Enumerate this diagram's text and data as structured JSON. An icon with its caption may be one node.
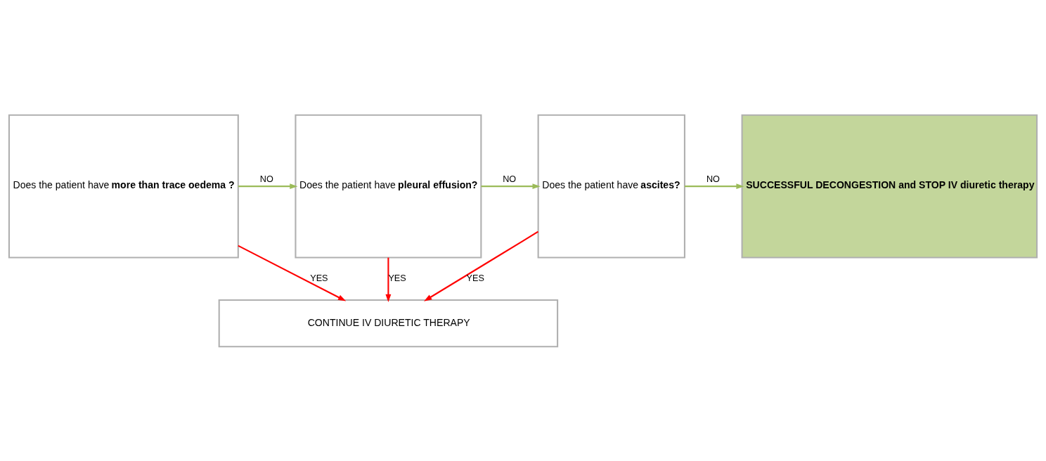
{
  "diagram": {
    "nodes": [
      {
        "text": [
          "Does the patient have **more than trace oedema ?**"
        ]
      },
      {
        "text": [
          "Does the patient have **pleural effusion?**"
        ]
      },
      {
        "text": [
          "Does the patient have **ascites?**"
        ]
      },
      {
        "text": [
          "SUCCESSFUL DECONGESTION and STOP IV diuretic therapy"
        ]
      },
      {
        "text": [
          "CONTINUE IV DIURETIC THERAPY"
        ]
      }
    ],
    "edges": [
      {
        "from": 0,
        "to": 1,
        "arrow": "to",
        "label": "NO",
        "color": "#9bbb59"
      },
      {
        "from": 1,
        "to": 2,
        "arrow": "to",
        "label": "NO",
        "color": "#9bbb59"
      },
      {
        "from": 2,
        "to": 3,
        "arrow": "to",
        "label": "NO",
        "color": "#9bbb59"
      },
      {
        "from": 0,
        "to": 4,
        "arrow": "to",
        "label": "YES",
        "color": "#ff0000"
      },
      {
        "from": 1,
        "to": 4,
        "arrow": "to",
        "label": "YES",
        "color": "#ff0000"
      },
      {
        "from": 2,
        "to": 4,
        "arrow": "to",
        "label": "YES",
        "color": "#ff0000"
      }
    ]
  }
}
